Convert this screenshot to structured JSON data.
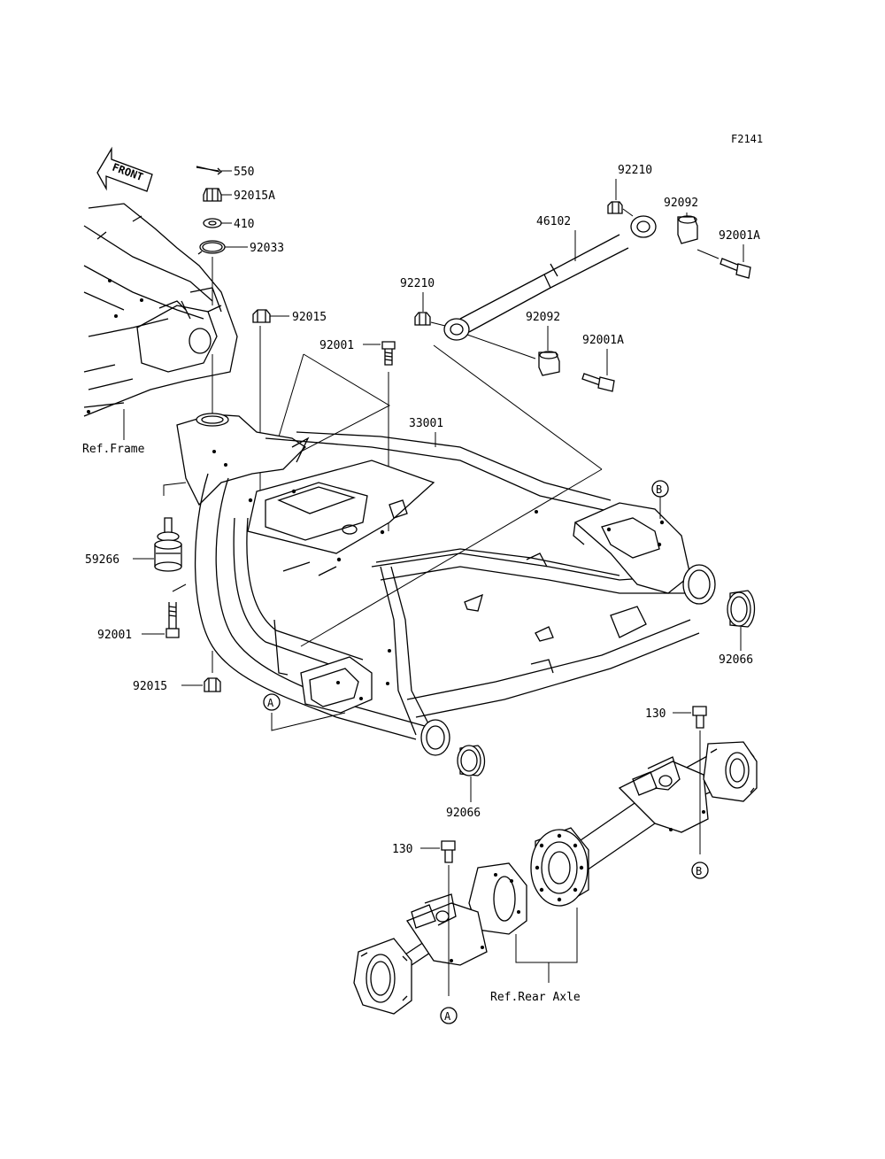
{
  "figure_code": "F2141",
  "front_label": "FRONT",
  "callouts": {
    "p550": "550",
    "p92015A": "92015A",
    "p410": "410",
    "p92033": "92033",
    "p92015_top": "92015",
    "p92001_top": "92001",
    "p33001": "33001",
    "p92210_top": "92210",
    "p46102": "46102",
    "p92092_top": "92092",
    "p92001A_top": "92001A",
    "p92210_mid": "92210",
    "p92092_mid": "92092",
    "p92001A_mid": "92001A",
    "p59266": "59266",
    "p92001_left": "92001",
    "p92015_left": "92015",
    "p92066_right": "92066",
    "p92066_bottom": "92066",
    "p130_right": "130",
    "p130_left": "130"
  },
  "refs": {
    "frame": "Ref.Frame",
    "rear_axle": "Ref.Rear Axle"
  },
  "markers": {
    "a_top": "A",
    "a_bottom": "A",
    "b_top": "B",
    "b_bottom": "B"
  }
}
